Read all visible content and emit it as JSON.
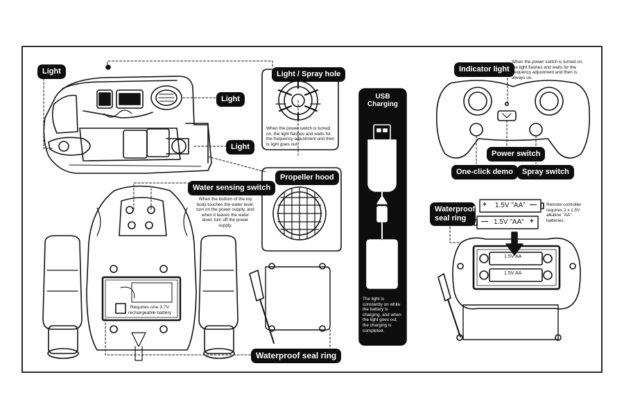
{
  "labels": {
    "light_top": "Light",
    "light_hole": "Light / Spray hole",
    "light_right1": "Light",
    "light_right2": "Light",
    "water_switch": "Water sensing switch",
    "propeller": "Propeller hood",
    "seal_bottom": "Waterproof seal ring",
    "usb": "USB Charging",
    "indicator": "Indicator light",
    "power": "Power switch",
    "demo": "One-click demo",
    "spray": "Spray switch",
    "seal_right": "Waterproof seal ring"
  },
  "notes": {
    "light_hole": "When the power switch is turned on, the light flashes and waits for the frequency adjustment and then is light goes out.",
    "water_switch": "When the bottom of the toy body touches the water level, turn on the power supply, and when it leaves the water level, turn off the power supply.",
    "battery": "Requires one 3.7V rechargeable battery",
    "usb": "The light is constantly on while the battery is charging, and when the light goes out, the charging is completed.",
    "indicator": "When the power switch is turned on, the light flashes and waits for the frequency adjustment and then is always on.",
    "remote": "Remote controller requires 2 x 1.5V alkaline \"AA\" batteries."
  },
  "batteries": {
    "top": "1.5V \"AA\"",
    "bottom": "1.5V \"AA\"",
    "plus": "+",
    "minus": "—",
    "inner_top": "1.5V AA",
    "inner_bottom": "1.5V AA"
  }
}
